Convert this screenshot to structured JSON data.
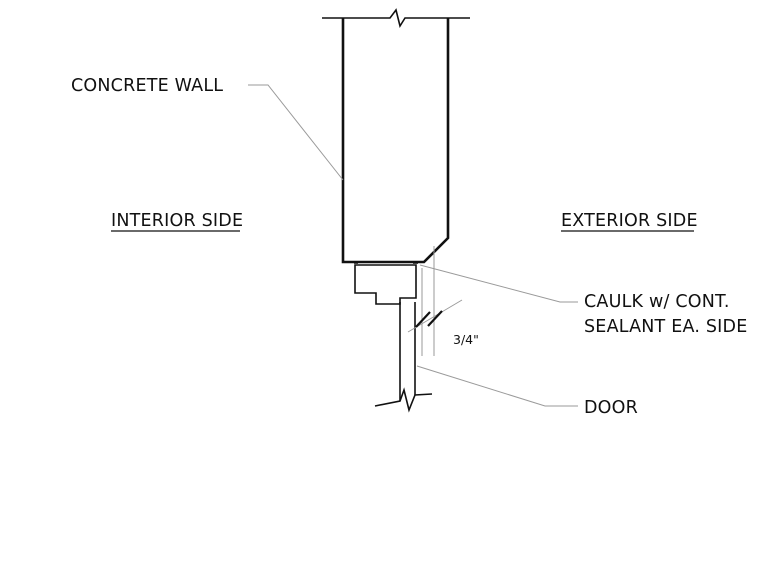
{
  "labels": {
    "concrete_wall": "CONCRETE WALL",
    "interior_side": "INTERIOR SIDE",
    "exterior_side": "EXTERIOR SIDE",
    "caulk_line1": "CAULK w/ CONT.",
    "caulk_line2": "SEALANT EA. SIDE",
    "door": "DOOR"
  },
  "dimension": {
    "gap": "3/4\""
  }
}
